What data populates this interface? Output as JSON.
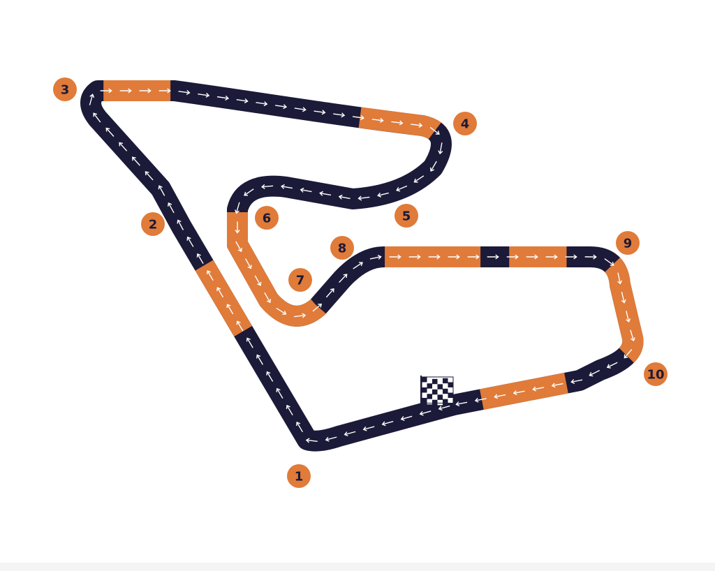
{
  "colors": {
    "track": "#1b1a38",
    "corner": "#e07b39",
    "arrow": "#ffffff",
    "badge_fill": "#e07b39",
    "badge_text": "#1b1a38",
    "flag_dark": "#1b1a38",
    "flag_light": "#ffffff"
  },
  "icons": {
    "finish": "checkered-flag-icon",
    "direction": "arrow-icon"
  },
  "turns": [
    {
      "label": "1"
    },
    {
      "label": "2"
    },
    {
      "label": "3"
    },
    {
      "label": "4"
    },
    {
      "label": "5"
    },
    {
      "label": "6"
    },
    {
      "label": "7"
    },
    {
      "label": "8"
    },
    {
      "label": "9"
    },
    {
      "label": "10"
    }
  ]
}
